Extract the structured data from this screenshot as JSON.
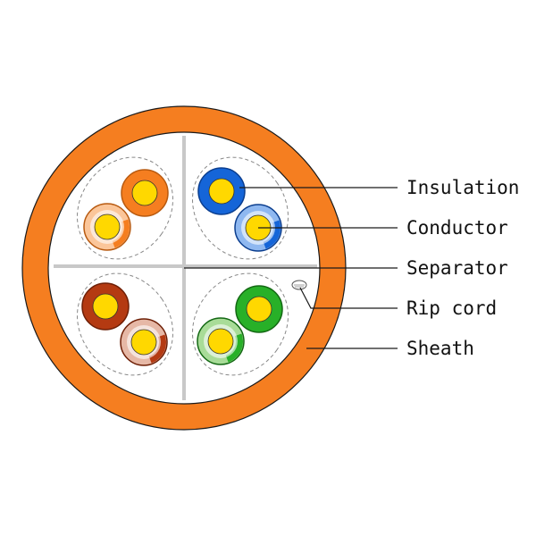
{
  "colors": {
    "sheath": "#f57e20",
    "sheath_inner": "#ffffff",
    "separator": "#c8c8c8",
    "conductor": "#ffd800",
    "leader": "#1a1a1a",
    "pair_outline": "#888888"
  },
  "pairs": [
    {
      "name": "orange-pair",
      "solid": {
        "fill": "#f57e20",
        "stroke": "#b85a10"
      },
      "stripe": {
        "fill": "#fbc69a",
        "accent": "#f57e20",
        "stroke": "#b85a10"
      }
    },
    {
      "name": "blue-pair",
      "solid": {
        "fill": "#1565d8",
        "stroke": "#0b3e8f"
      },
      "stripe": {
        "fill": "#8fb8f0",
        "accent": "#1565d8",
        "stroke": "#0b3e8f"
      }
    },
    {
      "name": "brown-pair",
      "solid": {
        "fill": "#b43a12",
        "stroke": "#6e1f06"
      },
      "stripe": {
        "fill": "#e6b8a6",
        "accent": "#b43a12",
        "stroke": "#6e1f06"
      }
    },
    {
      "name": "green-pair",
      "solid": {
        "fill": "#28b028",
        "stroke": "#136813"
      },
      "stripe": {
        "fill": "#a8dc98",
        "accent": "#28b028",
        "stroke": "#136813"
      }
    }
  ],
  "labels": {
    "insulation": "Insulation",
    "conductor": "Conductor",
    "separator": "Separator",
    "rip_cord": "Rip cord",
    "sheath": "Sheath"
  }
}
